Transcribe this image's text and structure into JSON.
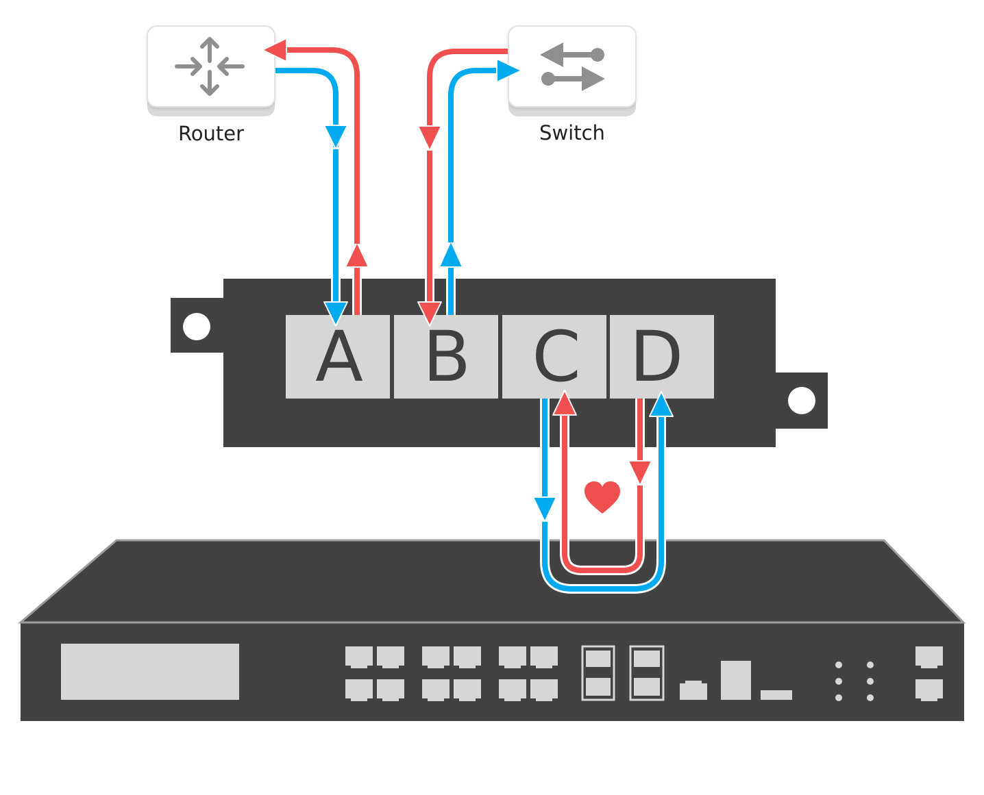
{
  "devices": {
    "router": {
      "label": "Router",
      "icon": "router-icon"
    },
    "switch": {
      "label": "Switch",
      "icon": "switch-icon"
    }
  },
  "bypass_unit": {
    "ports": [
      {
        "label": "A"
      },
      {
        "label": "B"
      },
      {
        "label": "C"
      },
      {
        "label": "D"
      }
    ]
  },
  "appliance": {
    "icon": "network-appliance"
  },
  "heartbeat": {
    "icon": "heart-icon"
  },
  "colors": {
    "red_flow": "#ef4f4f",
    "blue_flow": "#00aaee",
    "device_dark": "#424242",
    "port_fill": "#d6d6d6",
    "icon_gray": "#8f8f8f"
  }
}
